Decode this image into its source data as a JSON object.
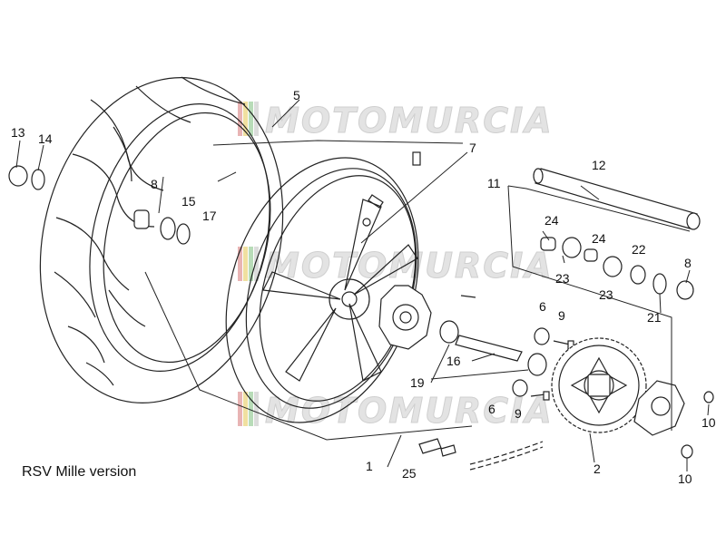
{
  "watermark": {
    "text": "MOTOMURCIA",
    "stripe_colors": [
      "#e8b4b4",
      "#f0e0a0",
      "#b8dcb8"
    ]
  },
  "caption": "RSV Mille version",
  "part_labels": {
    "p1": "1",
    "p2": "2",
    "p5": "5",
    "p6a": "6",
    "p6b": "6",
    "p7": "7",
    "p8a": "8",
    "p8b": "8",
    "p9a": "9",
    "p9b": "9",
    "p10a": "10",
    "p10b": "10",
    "p11": "11",
    "p12": "12",
    "p13": "13",
    "p14": "14",
    "p15": "15",
    "p16": "16",
    "p17": "17",
    "p19": "19",
    "p21": "21",
    "p22": "22",
    "p23a": "23",
    "p23b": "23",
    "p24a": "24",
    "p24b": "24",
    "p25": "25"
  }
}
